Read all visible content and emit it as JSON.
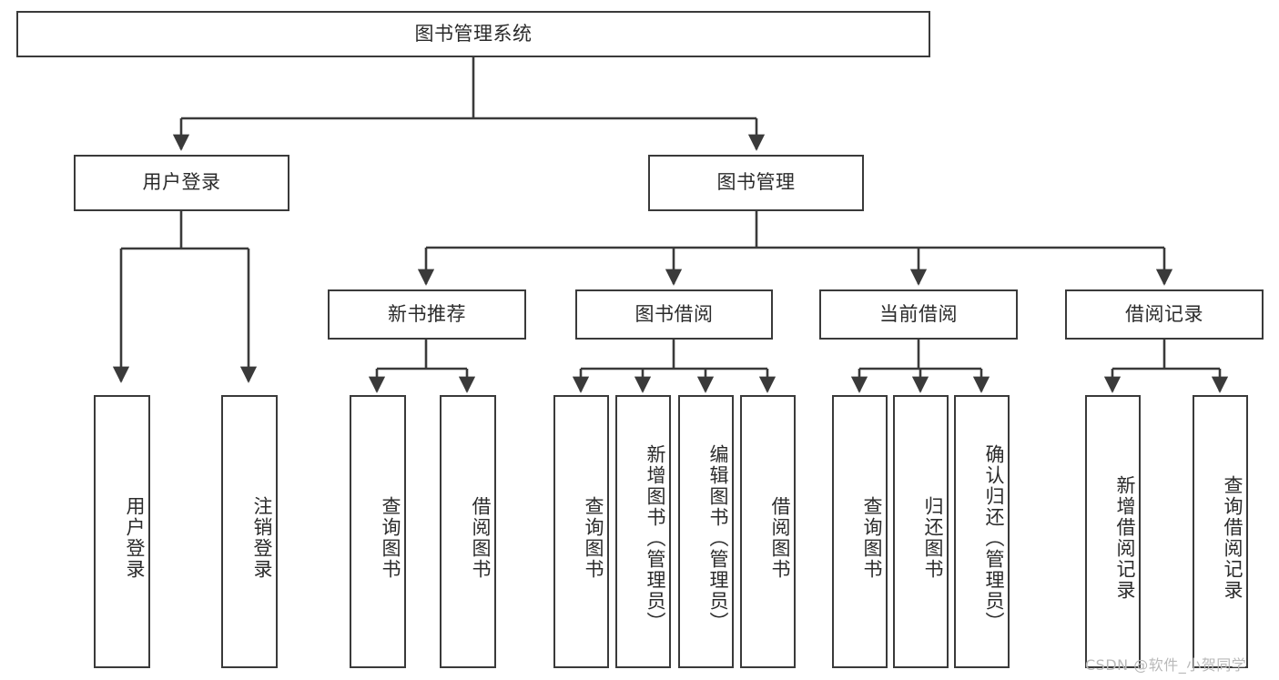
{
  "diagram": {
    "type": "tree",
    "title": "图书管理系统",
    "watermark": "CSDN @软件_小贺同学",
    "colors": {
      "stroke": "#3a3a3a",
      "fill": "#ffffff",
      "text": "#2b2b2b",
      "watermark": "#b9b9b9"
    },
    "nodes": {
      "root": {
        "label": "图书管理系统"
      },
      "level2": [
        {
          "id": "user-login",
          "label": "用户登录"
        },
        {
          "id": "book-manage",
          "label": "图书管理"
        }
      ],
      "level3": [
        {
          "id": "new-book-rec",
          "label": "新书推荐"
        },
        {
          "id": "book-borrow",
          "label": "图书借阅"
        },
        {
          "id": "current-borrow",
          "label": "当前借阅"
        },
        {
          "id": "borrow-record",
          "label": "借阅记录"
        }
      ],
      "leaves": {
        "user_login": [
          {
            "id": "leaf-user-login",
            "label": "用户登录"
          },
          {
            "id": "leaf-logout",
            "label": "注销登录"
          }
        ],
        "new_book_rec": [
          {
            "id": "leaf-query-book-1",
            "label": "查询图书"
          },
          {
            "id": "leaf-borrow-book-1",
            "label": "借阅图书"
          }
        ],
        "book_borrow": [
          {
            "id": "leaf-query-book-2",
            "label": "查询图书"
          },
          {
            "id": "leaf-add-book",
            "label": "新增图书（管理员）"
          },
          {
            "id": "leaf-edit-book",
            "label": "编辑图书（管理员）"
          },
          {
            "id": "leaf-borrow-book-2",
            "label": "借阅图书"
          }
        ],
        "current_borrow": [
          {
            "id": "leaf-query-book-3",
            "label": "查询图书"
          },
          {
            "id": "leaf-return-book",
            "label": "归还图书"
          },
          {
            "id": "leaf-confirm-return",
            "label": "确认归还（管理员）"
          }
        ],
        "borrow_record": [
          {
            "id": "leaf-add-record",
            "label": "新增借阅记录"
          },
          {
            "id": "leaf-query-record",
            "label": "查询借阅记录"
          }
        ]
      }
    }
  }
}
